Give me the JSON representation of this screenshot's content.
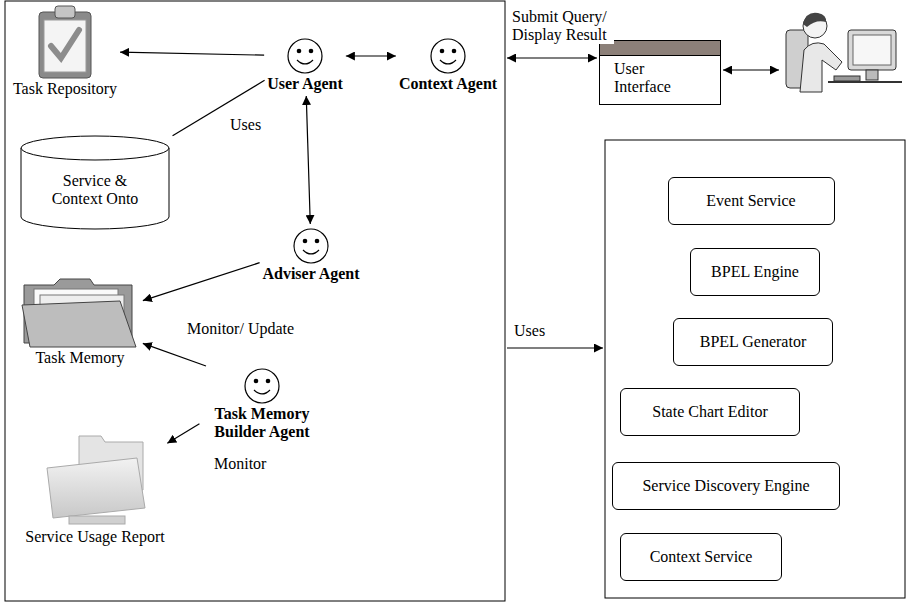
{
  "diagram": {
    "nodes": [
      {
        "text": [
          "Task Repository"
        ]
      },
      {
        "text": [
          "User Agent"
        ]
      },
      {
        "text": [
          "Context Agent"
        ]
      },
      {
        "text": [
          "Service & Context Onto"
        ]
      },
      {
        "text": [
          "Adviser Agent"
        ]
      },
      {
        "text": [
          "Task Memory"
        ]
      },
      {
        "text": [
          "Task Memory Builder Agent"
        ]
      },
      {
        "text": [
          "Service Usage Report"
        ]
      },
      {
        "text": [
          "User Interface"
        ]
      },
      {
        "text": [
          "Event Service"
        ]
      },
      {
        "text": [
          "BPEL Engine"
        ]
      },
      {
        "text": [
          "BPEL Generator"
        ]
      },
      {
        "text": [
          "State Chart Editor"
        ]
      },
      {
        "text": [
          "Service Discovery Engine"
        ]
      },
      {
        "text": [
          "Context Service"
        ]
      }
    ],
    "edges": [
      {
        "from": 1,
        "to": 0,
        "arrow": "to"
      },
      {
        "from": 1,
        "to": 2,
        "arrow": "both"
      },
      {
        "from": 1,
        "to": 3,
        "label": "Uses",
        "arrow": "none"
      },
      {
        "from": 1,
        "to": 4,
        "arrow": "both"
      },
      {
        "from": 4,
        "to": 5,
        "arrow": "to"
      },
      {
        "from": 6,
        "to": 5,
        "label": "Monitor/ Update",
        "arrow": "to"
      },
      {
        "from": 6,
        "to": 7,
        "label": "Monitor",
        "arrow": "to"
      }
    ],
    "labels": [
      "Submit Query/ Display Result",
      "Uses"
    ]
  }
}
